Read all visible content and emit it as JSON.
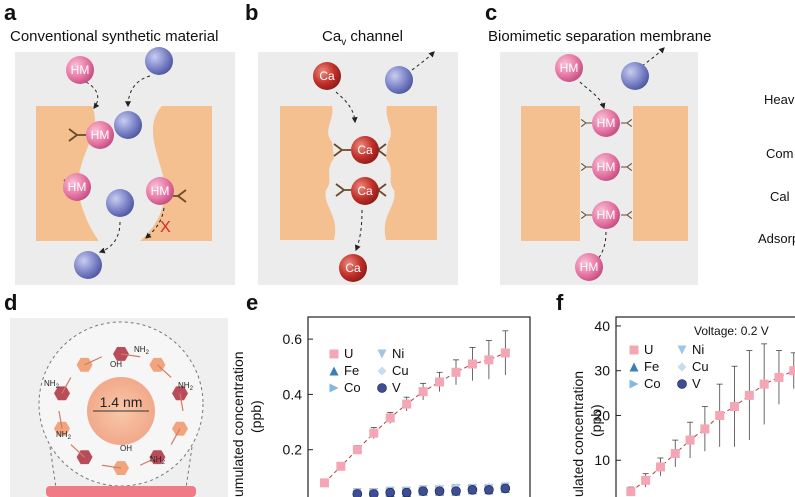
{
  "panels": {
    "a": {
      "label": "a",
      "title": "Conventional synthetic material"
    },
    "b": {
      "label": "b",
      "title_main": "Ca",
      "title_sub": "v",
      "title_rest": " channel"
    },
    "c": {
      "label": "c",
      "title": "Biomimetic separation membrane"
    },
    "d": {
      "label": "d",
      "pore_size": "1.4 nm",
      "nh2": "NH",
      "nh2_sub": "2",
      "oh": "OH"
    },
    "e": {
      "label": "e"
    },
    "f": {
      "label": "f",
      "annotation": "Voltage: 0.2 V"
    }
  },
  "balls": {
    "hm": "HM",
    "ca": "Ca",
    "cross": "X"
  },
  "side_legend": [
    "Heav",
    "Com",
    "Cal",
    "Adsorp"
  ],
  "colors": {
    "membrane": "#f5c08f",
    "panel_bg": "#ececec",
    "hm": "#e879a6",
    "ca": "#c0302a",
    "ion": "#7c84c8",
    "u_series": "#f4a6b4"
  },
  "chart_data": [
    {
      "type": "scatter",
      "panel": "e",
      "ylabel": "umulated concentration (ppb)",
      "ylabel_l1": "umulated concentration",
      "ylabel_l2": "(ppb)",
      "yticks": [
        "0.6",
        "0.4",
        "0.2"
      ],
      "ylim": [
        0,
        0.68
      ],
      "x": [
        1,
        2,
        3,
        4,
        5,
        6,
        7,
        8,
        9,
        10,
        11,
        12
      ],
      "series": [
        {
          "name": "U",
          "marker": "square",
          "color": "#f4a6b4",
          "values": [
            0.08,
            0.14,
            0.2,
            0.26,
            0.315,
            0.365,
            0.41,
            0.445,
            0.48,
            0.51,
            0.525,
            0.55
          ],
          "err": [
            0.01,
            0.01,
            0.015,
            0.02,
            0.02,
            0.025,
            0.03,
            0.035,
            0.045,
            0.06,
            0.07,
            0.08
          ]
        },
        {
          "name": "Fe",
          "marker": "tri-up",
          "color": "#3a7fb8",
          "values": [
            null,
            null,
            0.04,
            0.04,
            0.045,
            0.045,
            0.05,
            0.05,
            0.05,
            0.055,
            0.055,
            0.06
          ]
        },
        {
          "name": "Co",
          "marker": "tri-right",
          "color": "#86b7df",
          "values": [
            null,
            null,
            0.04,
            0.045,
            0.045,
            0.05,
            0.05,
            0.055,
            0.055,
            0.06,
            0.06,
            0.06
          ]
        },
        {
          "name": "Ni",
          "marker": "tri-down",
          "color": "#9fc6e8",
          "values": [
            null,
            null,
            0.045,
            0.045,
            0.05,
            0.05,
            0.055,
            0.055,
            0.06,
            0.06,
            0.06,
            0.065
          ]
        },
        {
          "name": "Cu",
          "marker": "diamond",
          "color": "#c8dcf0",
          "values": [
            null,
            null,
            0.04,
            0.045,
            0.05,
            0.05,
            0.055,
            0.06,
            0.06,
            0.06,
            0.065,
            0.065
          ]
        },
        {
          "name": "V",
          "marker": "circle",
          "color": "#3e4d9a",
          "values": [
            null,
            null,
            0.04,
            0.04,
            0.045,
            0.045,
            0.05,
            0.05,
            0.05,
            0.055,
            0.055,
            0.06
          ]
        }
      ]
    },
    {
      "type": "scatter",
      "panel": "f",
      "ylabel": "ulated concentration (ppb)",
      "ylabel_l1": "ulated concentration",
      "ylabel_l2": "(ppb)",
      "yticks": [
        "40",
        "30",
        "20",
        "10"
      ],
      "ylim": [
        0,
        42
      ],
      "x": [
        1,
        2,
        3,
        4,
        5,
        6,
        7,
        8,
        9,
        10,
        11,
        12
      ],
      "series": [
        {
          "name": "U",
          "marker": "square",
          "color": "#f4a6b4",
          "values": [
            3,
            5.5,
            8.5,
            11.5,
            14.5,
            17,
            20,
            22,
            24.5,
            27,
            28.5,
            30
          ],
          "err": [
            1,
            1.5,
            2,
            3,
            4,
            5,
            7,
            9,
            10,
            9,
            6,
            4
          ]
        },
        {
          "name": "Fe",
          "marker": "tri-up",
          "color": "#3a7fb8",
          "values": []
        },
        {
          "name": "Co",
          "marker": "tri-right",
          "color": "#86b7df",
          "values": []
        },
        {
          "name": "Ni",
          "marker": "tri-down",
          "color": "#9fc6e8",
          "values": []
        },
        {
          "name": "Cu",
          "marker": "diamond",
          "color": "#c8dcf0",
          "values": []
        },
        {
          "name": "V",
          "marker": "circle",
          "color": "#3e4d9a",
          "values": []
        }
      ]
    }
  ]
}
